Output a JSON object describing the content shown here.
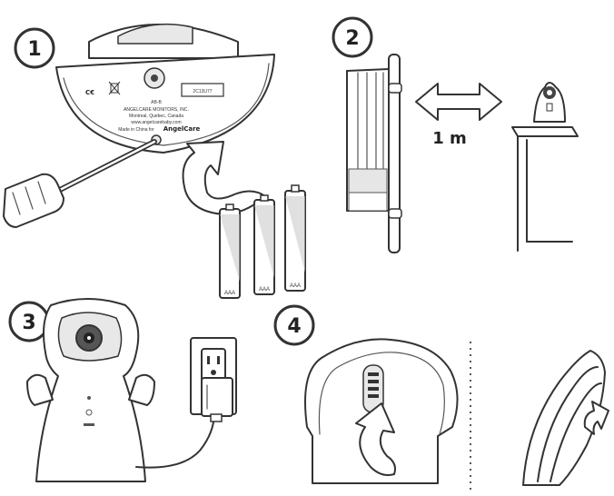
{
  "steps": [
    {
      "number": "1"
    },
    {
      "number": "2"
    },
    {
      "number": "3"
    },
    {
      "number": "4"
    }
  ],
  "step1": {
    "label_lines": [
      "AB-B",
      "ANGELCARE MONITORS, INC.",
      "Montreal, Quebec, Canada",
      "www.angelcarebaby.com",
      "Made in China for"
    ],
    "brand": "AngelCare",
    "serial_box": "2C13U77",
    "battery_label": "AAA"
  },
  "step2": {
    "distance": "1 m"
  },
  "icons": [
    "ce-mark-icon",
    "weee-bin-icon",
    "screwdriver-icon",
    "battery-icon",
    "double-arrow-icon",
    "curved-arrow-icon",
    "power-outlet-icon",
    "power-adapter-icon"
  ]
}
